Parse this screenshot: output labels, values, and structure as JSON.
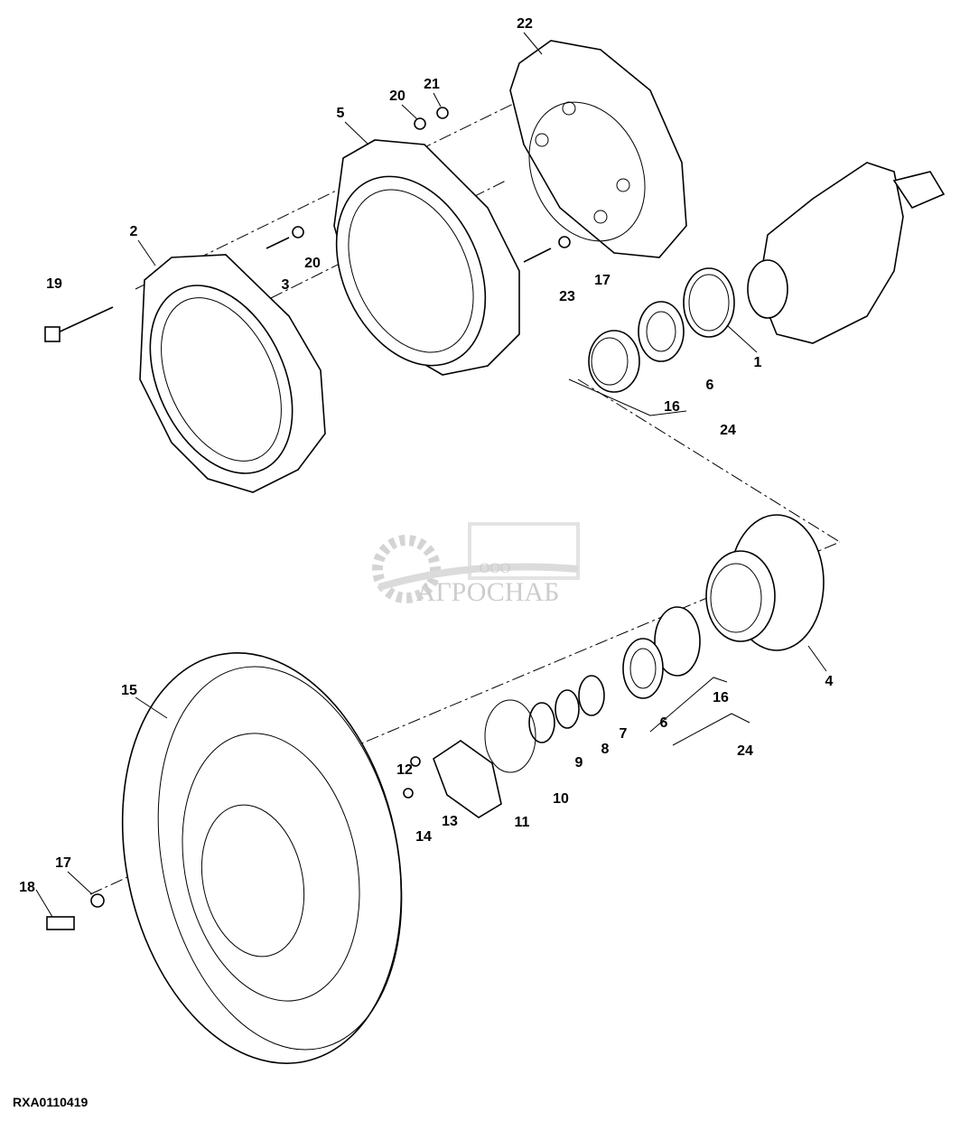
{
  "figure_id": "RXA0110419",
  "watermark": {
    "prefix": "ООО",
    "name": "АГРОСНАБ"
  },
  "callouts": [
    "22",
    "21",
    "20",
    "5",
    "2",
    "19",
    "3",
    "20",
    "23",
    "17",
    "1",
    "6",
    "16",
    "24",
    "4",
    "16",
    "6",
    "7",
    "8",
    "9",
    "24",
    "15",
    "12",
    "10",
    "11",
    "13",
    "14",
    "17",
    "18"
  ]
}
